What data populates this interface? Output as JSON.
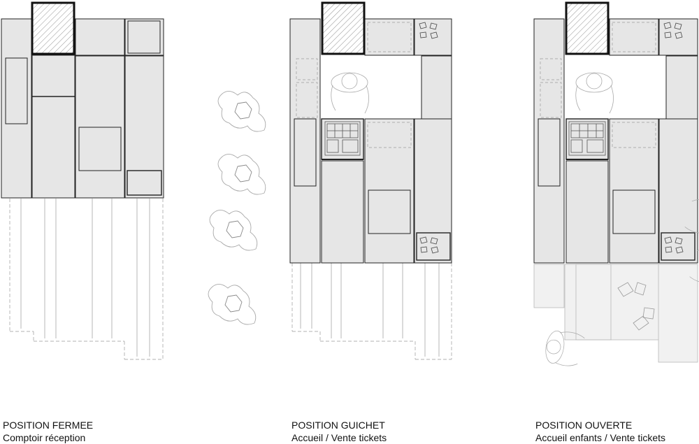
{
  "captions": [
    {
      "title": "POSITION FERMEE",
      "subtitle": "Comptoir réception"
    },
    {
      "title": "POSITION GUICHET",
      "subtitle": "Accueil / Vente tickets"
    },
    {
      "title": "POSITION OUVERTE",
      "subtitle": "Accueil enfants / Vente tickets"
    }
  ],
  "colors": {
    "module_fill": "#e6e6e6",
    "line": "#222222",
    "ghost_line": "#9a9a9a",
    "background": "#ffffff"
  },
  "icons": [
    "hatched-block-icon",
    "stove-burners-icon",
    "person-topview-icon",
    "cash-register-icon",
    "chair-icon"
  ]
}
